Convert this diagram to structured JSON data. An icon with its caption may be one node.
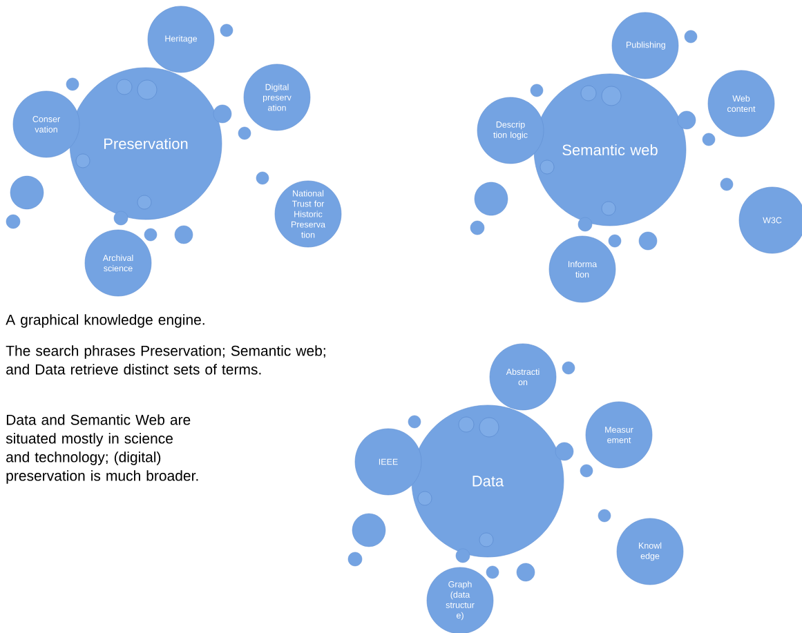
{
  "diagram": {
    "nodes": [
      {
        "text": [
          "Preservation"
        ]
      },
      {
        "text": [
          "Heritage"
        ]
      },
      {
        "text": [
          "Digital preserv ation"
        ]
      },
      {
        "text": [
          "Conser vation"
        ]
      },
      {
        "text": [
          "National Trust for Historic Preserva tion"
        ]
      },
      {
        "text": [
          "Archival science"
        ]
      },
      {
        "text": [],
        "shape": "circle"
      },
      {
        "text": [],
        "shape": "circle"
      },
      {
        "text": [],
        "shape": "circle",
        "in": 0
      },
      {
        "text": [],
        "shape": "circle",
        "in": 0
      },
      {
        "text": [],
        "shape": "circle"
      },
      {
        "text": [],
        "shape": "circle"
      },
      {
        "text": [],
        "shape": "circle",
        "in": 0
      },
      {
        "text": [],
        "shape": "circle"
      },
      {
        "text": [],
        "shape": "circle"
      },
      {
        "text": [],
        "shape": "circle",
        "in": 0
      },
      {
        "text": [],
        "shape": "circle"
      },
      {
        "text": [],
        "shape": "circle"
      },
      {
        "text": [],
        "shape": "circle"
      },
      {
        "text": [],
        "shape": "circle"
      },
      {
        "text": [
          "Semantic web"
        ]
      },
      {
        "text": [
          "Publishing"
        ]
      },
      {
        "text": [
          "Web content"
        ]
      },
      {
        "text": [
          "Descrip tion logic"
        ]
      },
      {
        "text": [
          "W3C"
        ]
      },
      {
        "text": [
          "Informa tion"
        ]
      },
      {
        "text": [],
        "shape": "circle"
      },
      {
        "text": [],
        "shape": "circle"
      },
      {
        "text": [],
        "shape": "circle",
        "in": 20
      },
      {
        "text": [],
        "shape": "circle",
        "in": 20
      },
      {
        "text": [],
        "shape": "circle"
      },
      {
        "text": [],
        "shape": "circle"
      },
      {
        "text": [],
        "shape": "circle",
        "in": 20
      },
      {
        "text": [],
        "shape": "circle"
      },
      {
        "text": [],
        "shape": "circle"
      },
      {
        "text": [],
        "shape": "circle",
        "in": 20
      },
      {
        "text": [],
        "shape": "circle"
      },
      {
        "text": [],
        "shape": "circle"
      },
      {
        "text": [],
        "shape": "circle"
      },
      {
        "text": [],
        "shape": "circle"
      },
      {
        "text": [
          "Data"
        ]
      },
      {
        "text": [
          "Abstracti on"
        ]
      },
      {
        "text": [
          "Measur ement"
        ]
      },
      {
        "text": [
          "IEEE"
        ]
      },
      {
        "text": [
          "Knowl edge"
        ]
      },
      {
        "text": [
          "Graph (data structur e)"
        ]
      },
      {
        "text": [],
        "shape": "circle"
      },
      {
        "text": [],
        "shape": "circle"
      },
      {
        "text": [],
        "shape": "circle",
        "in": 40
      },
      {
        "text": [],
        "shape": "circle",
        "in": 40
      },
      {
        "text": [],
        "shape": "circle"
      },
      {
        "text": [],
        "shape": "circle"
      },
      {
        "text": [],
        "shape": "circle",
        "in": 40
      },
      {
        "text": [],
        "shape": "circle"
      },
      {
        "text": [],
        "shape": "circle"
      },
      {
        "text": [],
        "shape": "circle",
        "in": 40
      },
      {
        "text": [],
        "shape": "circle"
      },
      {
        "text": [],
        "shape": "circle"
      },
      {
        "text": [],
        "shape": "circle"
      },
      {
        "text": [],
        "shape": "circle"
      }
    ],
    "labels": [
      "A graphical knowledge engine.",
      "The search phrases Preservation; Semantic web; and Data retrieve distinct sets of terms.",
      "Data and Semantic Web are situated mostly in science and technology; (digital) preservation is much broader."
    ]
  }
}
